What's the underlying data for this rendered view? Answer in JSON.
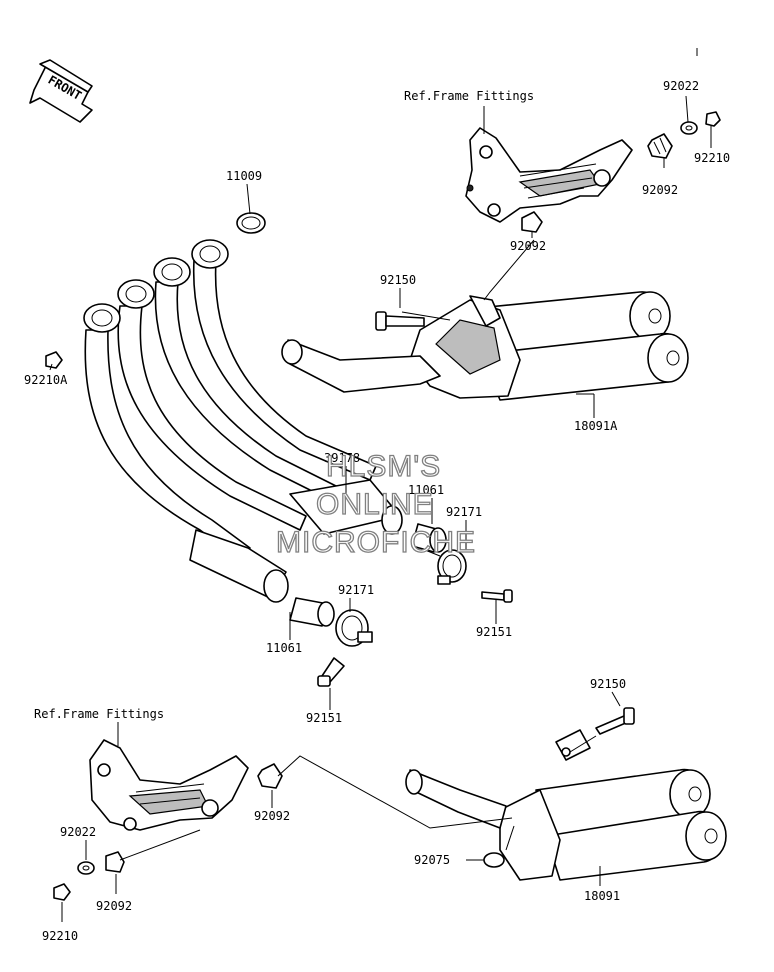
{
  "front_arrow": "FRONT",
  "ref_frame_top": "Ref.Frame Fittings",
  "ref_frame_bottom": "Ref.Frame Fittings",
  "parts": {
    "p11009": "11009",
    "p92022_top": "92022",
    "p92210_top": "92210",
    "p92092_top_a": "92092",
    "p92092_top_b": "92092",
    "p92150_top": "92150",
    "p92210A": "92210A",
    "p18091A": "18091A",
    "p39178": "39178",
    "p11061_top": "11061",
    "p92171_top": "92171",
    "p92151_top": "92151",
    "p92171_bottom": "92171",
    "p11061_bottom": "11061",
    "p92151_bottom": "92151",
    "p92150_bottom": "92150",
    "p92092_bottom_a": "92092",
    "p92022_bottom": "92022",
    "p92092_bottom_b": "92092",
    "p92210_bottom": "92210",
    "p92075": "92075",
    "p18091": "18091"
  },
  "watermark": {
    "line1": "HLSM'S",
    "line2": "ONLINE",
    "line3": "MICROFICHE"
  }
}
